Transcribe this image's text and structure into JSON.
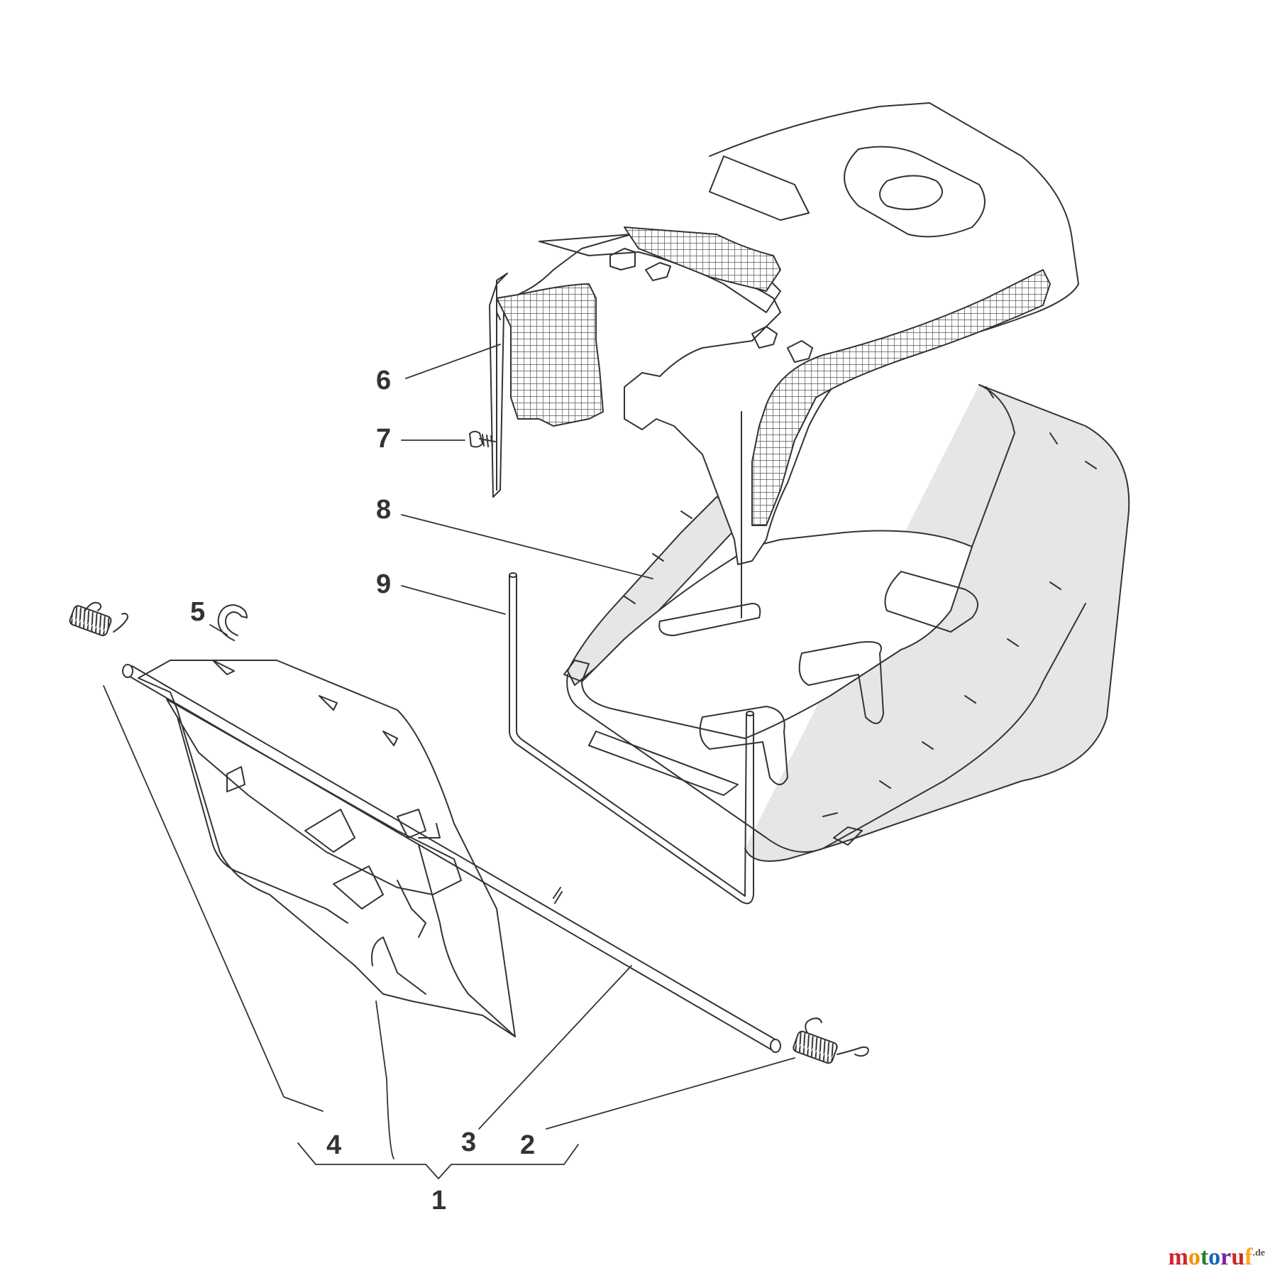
{
  "callouts": {
    "c1": "1",
    "c2": "2",
    "c3": "3",
    "c4": "4",
    "c5": "5",
    "c6": "6",
    "c7": "7",
    "c8": "8",
    "c9": "9"
  },
  "watermark": {
    "parts": [
      "m",
      "o",
      "t",
      "o",
      "r",
      "u",
      "f"
    ],
    "colors": [
      "#d2232a",
      "#f39200",
      "#2e7d32",
      "#1565c0",
      "#7b1fa2",
      "#c62828",
      "#f9a825"
    ],
    "suffix": ".de"
  },
  "colors": {
    "line": "#333333",
    "fill_grey": "#e6e6e6",
    "background": "#ffffff"
  }
}
